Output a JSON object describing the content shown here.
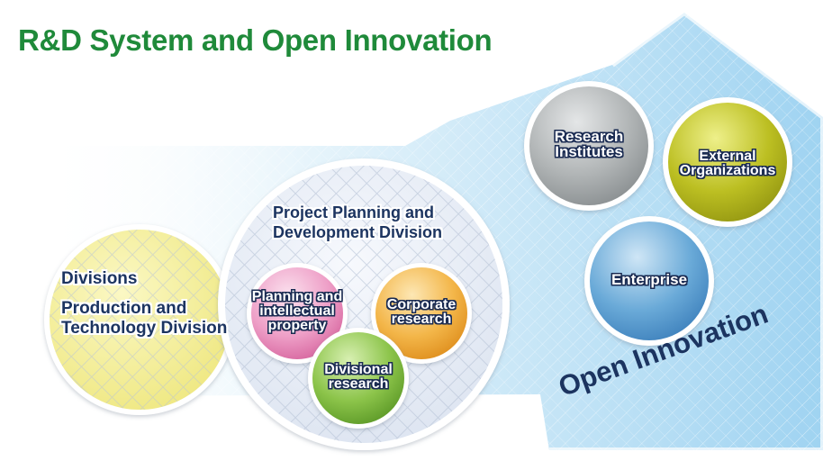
{
  "title": "R&D System and Open Innovation",
  "left_group": {
    "divisions": "Divisions",
    "production_line1": "Production and",
    "production_line2": "Technology Division"
  },
  "center_group": {
    "title_line1": "Project Planning and",
    "title_line2": "Development Division",
    "planning": [
      "Planning and",
      "intellectual",
      "property"
    ],
    "corporate": [
      "Corporate",
      "research"
    ],
    "divisional": [
      "Divisional",
      "research"
    ]
  },
  "right_group": {
    "research_institutes": [
      "Research",
      "Institutes"
    ],
    "external_organizations": [
      "External",
      "Organizations"
    ],
    "enterprise": "Enterprise",
    "open_innovation": "Open Innovation"
  },
  "colors": {
    "title": "#1f8a3a",
    "text": "#1c3460",
    "band": "#b9e1f6",
    "divisions_circle": "#f4ef9c",
    "planning_ball": "#e58ab8",
    "corporate_ball": "#efa93a",
    "divisional_ball": "#7db93e",
    "institutes_ball": "#a9adae",
    "external_ball": "#b2b51a",
    "enterprise_ball": "#5c9fd0"
  }
}
